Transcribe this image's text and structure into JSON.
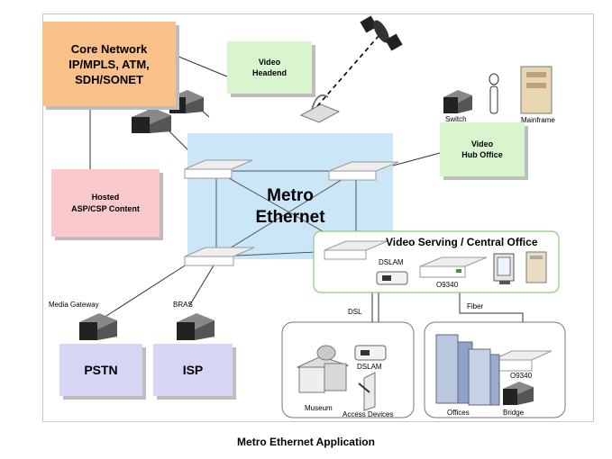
{
  "figure": {
    "caption": "Metro Ethernet Application",
    "metro": {
      "line1": "Metro",
      "line2": "Ethernet"
    },
    "core": {
      "line1": "Core Network",
      "line2": "IP/MPLS, ATM,",
      "line3": "SDH/SONET"
    },
    "video_headend": {
      "line1": "Video",
      "line2": "Headend"
    },
    "hosted": {
      "line1": "Hosted",
      "line2": "ASP/CSP Content"
    },
    "video_hub": {
      "line1": "Video",
      "line2": "Hub Office"
    },
    "video_serving": "Video Serving / Central Office",
    "pstn": "PSTN",
    "isp": "ISP",
    "labels": {
      "switch": "Switch",
      "mainframe": "Mainframe",
      "media_gateway": "Media Gateway",
      "bras": "BRAS",
      "dslam_top": "DSLAM",
      "o9340_top": "O9340",
      "dsl": "DSL",
      "fiber": "Fiber",
      "dslam_bottom": "DSLAM",
      "museum": "Museum",
      "access_devices": "Access Devices",
      "offices": "Offices",
      "o9340_bottom": "O9340",
      "bridge": "Bridge"
    },
    "colors": {
      "core_fill": "#f9c08a",
      "headend_fill": "#d9f5cf",
      "hosted_fill": "#f9c9cb",
      "metro_fill": "#cbe6f7",
      "service_fill": "#d6d6f4",
      "serving_border": "#8ccc74"
    }
  }
}
